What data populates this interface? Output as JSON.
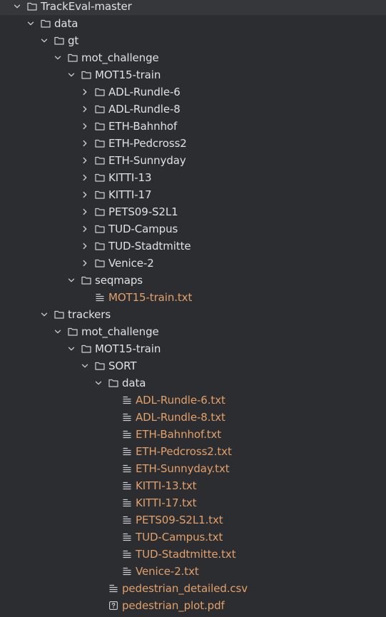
{
  "colors": {
    "background": "#2b2d30",
    "folder_text": "#dfe1e5",
    "file_text": "#e3a06b",
    "icon": "#ced0d6"
  },
  "tree": [
    {
      "label": "TrackEval-master",
      "type": "folder",
      "depth": 0,
      "expanded": true
    },
    {
      "label": "data",
      "type": "folder",
      "depth": 1,
      "expanded": true
    },
    {
      "label": "gt",
      "type": "folder",
      "depth": 2,
      "expanded": true
    },
    {
      "label": "mot_challenge",
      "type": "folder",
      "depth": 3,
      "expanded": true
    },
    {
      "label": "MOT15-train",
      "type": "folder",
      "depth": 4,
      "expanded": true
    },
    {
      "label": "ADL-Rundle-6",
      "type": "folder",
      "depth": 5,
      "expanded": false
    },
    {
      "label": "ADL-Rundle-8",
      "type": "folder",
      "depth": 5,
      "expanded": false
    },
    {
      "label": "ETH-Bahnhof",
      "type": "folder",
      "depth": 5,
      "expanded": false
    },
    {
      "label": "ETH-Pedcross2",
      "type": "folder",
      "depth": 5,
      "expanded": false
    },
    {
      "label": "ETH-Sunnyday",
      "type": "folder",
      "depth": 5,
      "expanded": false
    },
    {
      "label": "KITTI-13",
      "type": "folder",
      "depth": 5,
      "expanded": false
    },
    {
      "label": "KITTI-17",
      "type": "folder",
      "depth": 5,
      "expanded": false
    },
    {
      "label": "PETS09-S2L1",
      "type": "folder",
      "depth": 5,
      "expanded": false
    },
    {
      "label": "TUD-Campus",
      "type": "folder",
      "depth": 5,
      "expanded": false
    },
    {
      "label": "TUD-Stadtmitte",
      "type": "folder",
      "depth": 5,
      "expanded": false
    },
    {
      "label": "Venice-2",
      "type": "folder",
      "depth": 5,
      "expanded": false
    },
    {
      "label": "seqmaps",
      "type": "folder",
      "depth": 4,
      "expanded": true
    },
    {
      "label": "MOT15-train.txt",
      "type": "text-file",
      "depth": 5
    },
    {
      "label": "trackers",
      "type": "folder",
      "depth": 2,
      "expanded": true
    },
    {
      "label": "mot_challenge",
      "type": "folder",
      "depth": 3,
      "expanded": true
    },
    {
      "label": "MOT15-train",
      "type": "folder",
      "depth": 4,
      "expanded": true
    },
    {
      "label": "SORT",
      "type": "folder",
      "depth": 5,
      "expanded": true
    },
    {
      "label": "data",
      "type": "folder",
      "depth": 6,
      "expanded": true
    },
    {
      "label": "ADL-Rundle-6.txt",
      "type": "text-file",
      "depth": 7
    },
    {
      "label": "ADL-Rundle-8.txt",
      "type": "text-file",
      "depth": 7
    },
    {
      "label": "ETH-Bahnhof.txt",
      "type": "text-file",
      "depth": 7
    },
    {
      "label": "ETH-Pedcross2.txt",
      "type": "text-file",
      "depth": 7
    },
    {
      "label": "ETH-Sunnyday.txt",
      "type": "text-file",
      "depth": 7
    },
    {
      "label": "KITTI-13.txt",
      "type": "text-file",
      "depth": 7
    },
    {
      "label": "KITTI-17.txt",
      "type": "text-file",
      "depth": 7
    },
    {
      "label": "PETS09-S2L1.txt",
      "type": "text-file",
      "depth": 7
    },
    {
      "label": "TUD-Campus.txt",
      "type": "text-file",
      "depth": 7
    },
    {
      "label": "TUD-Stadtmitte.txt",
      "type": "text-file",
      "depth": 7
    },
    {
      "label": "Venice-2.txt",
      "type": "text-file",
      "depth": 7
    },
    {
      "label": "pedestrian_detailed.csv",
      "type": "text-file",
      "depth": 6
    },
    {
      "label": "pedestrian_plot.pdf",
      "type": "unknown-file",
      "depth": 6
    }
  ]
}
